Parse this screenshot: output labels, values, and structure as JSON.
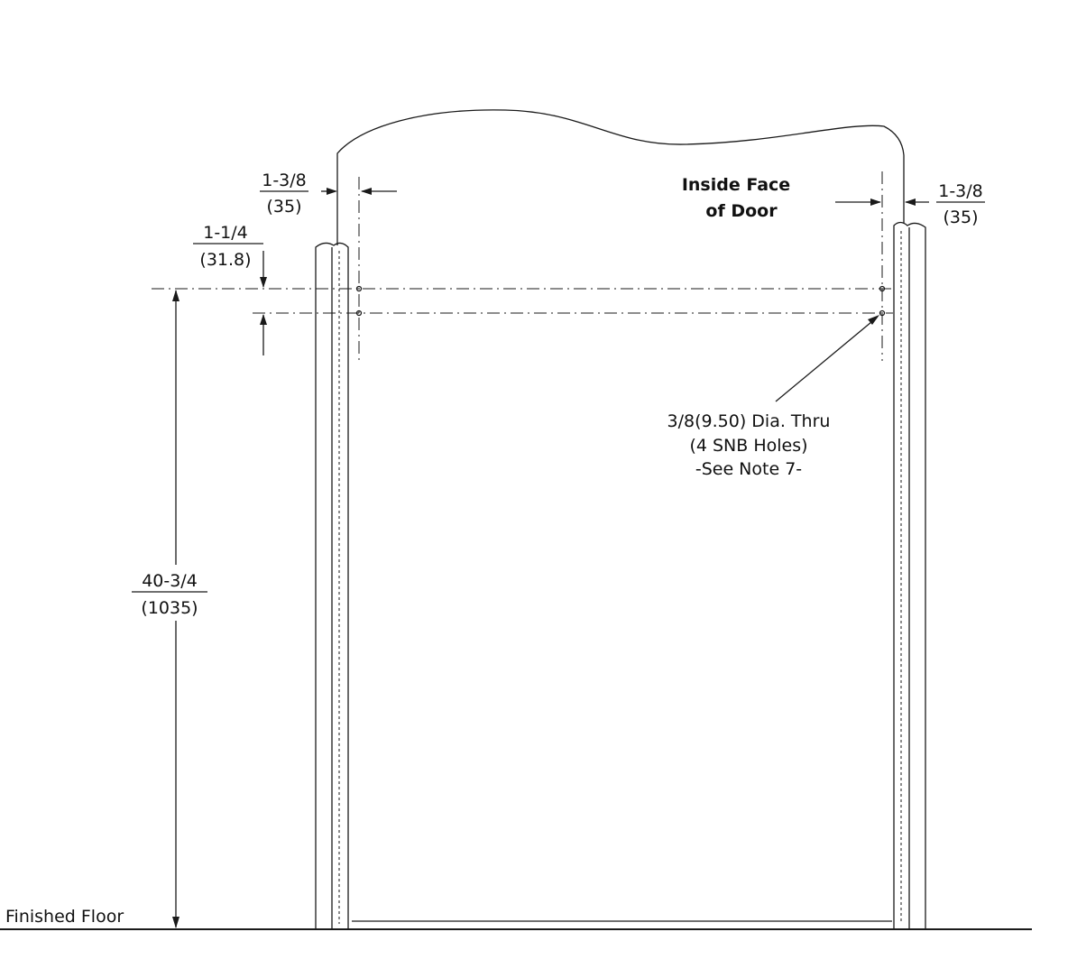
{
  "labels": {
    "left_face_offset": {
      "fraction": "1-3/8",
      "metric": "(35)"
    },
    "right_face_offset": {
      "fraction": "1-3/8",
      "metric": "(35)"
    },
    "hole_spacing": {
      "fraction": "1-1/4",
      "metric": "(31.8)"
    },
    "hole_height": {
      "fraction": "40-3/4",
      "metric": "(1035)"
    },
    "inside_face": {
      "line1": "Inside Face",
      "line2": "of Door"
    },
    "hole_note": {
      "line1": "3/8(9.50) Dia. Thru",
      "line2": "(4 SNB Holes)",
      "line3": "-See Note 7-"
    },
    "floor": "Finished Floor"
  }
}
